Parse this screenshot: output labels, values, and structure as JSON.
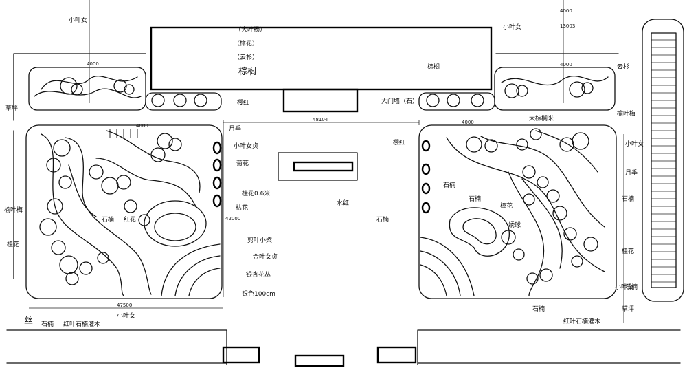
{
  "drawing": {
    "building_labels": [
      "（大叶杨）",
      "（樟花）",
      "（云杉）",
      "棕榈"
    ],
    "dimensions": {
      "top_width": "48104",
      "left_width": "47500",
      "left_height": "42000",
      "top_a": "4000",
      "top_b": "13003",
      "top_c": "4000",
      "side_a": "4000",
      "side_b": "4000",
      "side_c": "4000"
    },
    "labels": {
      "left_top_1": "小叶女",
      "left_top_2": "草坪",
      "left_top_3": "樱红",
      "left_mid_1": "小叶女贞",
      "left_mid_2": "菊花",
      "left_mid_3": "枯花",
      "left_mid_4": "桂花0.6米",
      "left_mid_5": "月季",
      "left_mid_6": "剪叶小檗",
      "left_mid_7": "金叶女贞",
      "left_mid_8": "银杏花丛",
      "left_bot_1": "银色100cm",
      "left_bot_2": "红叶石楠灌木",
      "left_bot_3": "小叶女",
      "left_bot_4": "丝",
      "left_bot_5": "石楠",
      "left_side_1": "榆叶梅",
      "left_side_2": "桂花",
      "left_garden_1": "石楠",
      "left_garden_2": "红花",
      "center_1": "水红",
      "center_2": "大门墙（石）",
      "right_top_1": "棕榈",
      "right_top_2": "小叶女",
      "right_top_3": "云杉",
      "right_top_4": "樱红",
      "right_mid_1": "大棕榈米",
      "right_mid_2": "榆叶梅",
      "right_mid_3": "小叶女",
      "right_mid_4": "月季",
      "right_mid_5": "石楠",
      "right_mid_6": "石楠",
      "right_mid_7": "石楠",
      "right_mid_8": "樟花",
      "right_mid_9": "绣球",
      "right_mid_10": "石楠",
      "right_mid_11": "石楠",
      "right_mid_12": "桂花",
      "right_bot_1": "小叶女",
      "right_bot_2": "草坪",
      "right_bot_3": "石楠",
      "right_bot_4": "红叶石楠灌木"
    }
  }
}
